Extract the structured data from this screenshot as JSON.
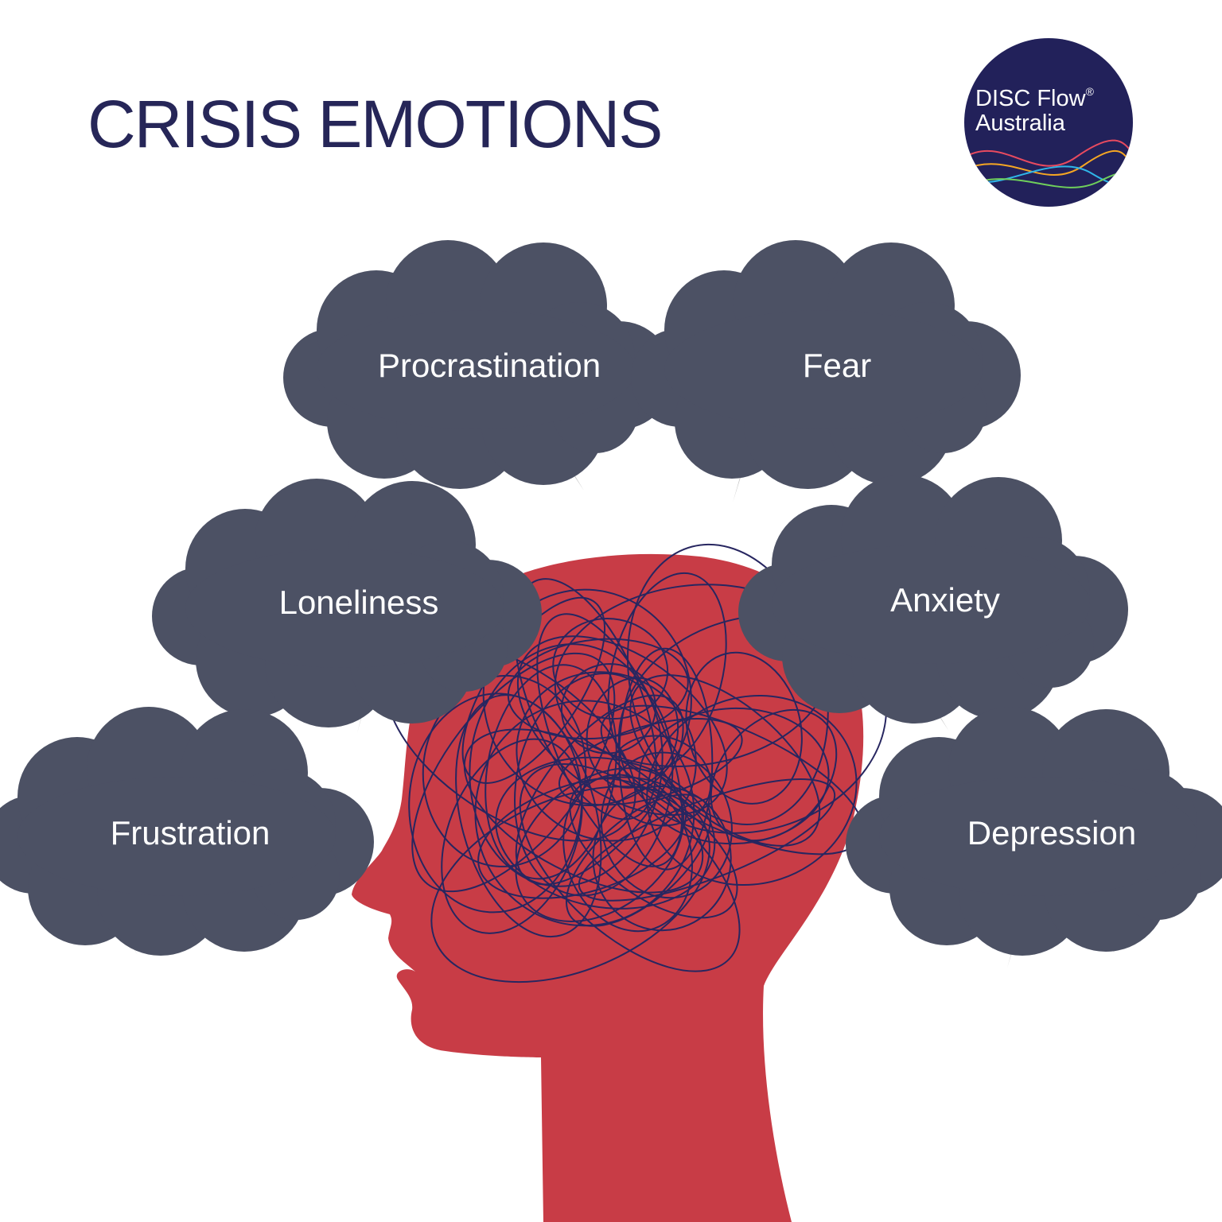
{
  "title": "CRISIS EMOTIONS",
  "logo": {
    "line1": "DISC Flow",
    "reg": "®",
    "line2": "Australia"
  },
  "emotions": [
    "Procrastination",
    "Fear",
    "Loneliness",
    "Anxiety",
    "Frustration",
    "Depression"
  ],
  "colors": {
    "title": "#262658",
    "cloud": "#4c5164",
    "head": "#c83c46",
    "scribble": "#272660",
    "lightning": "#bfbfbf",
    "logo_bg": "#22215a",
    "logo_waves": [
      "#e84a5f",
      "#f5a623",
      "#2fb6e8",
      "#6fcf5b"
    ]
  }
}
